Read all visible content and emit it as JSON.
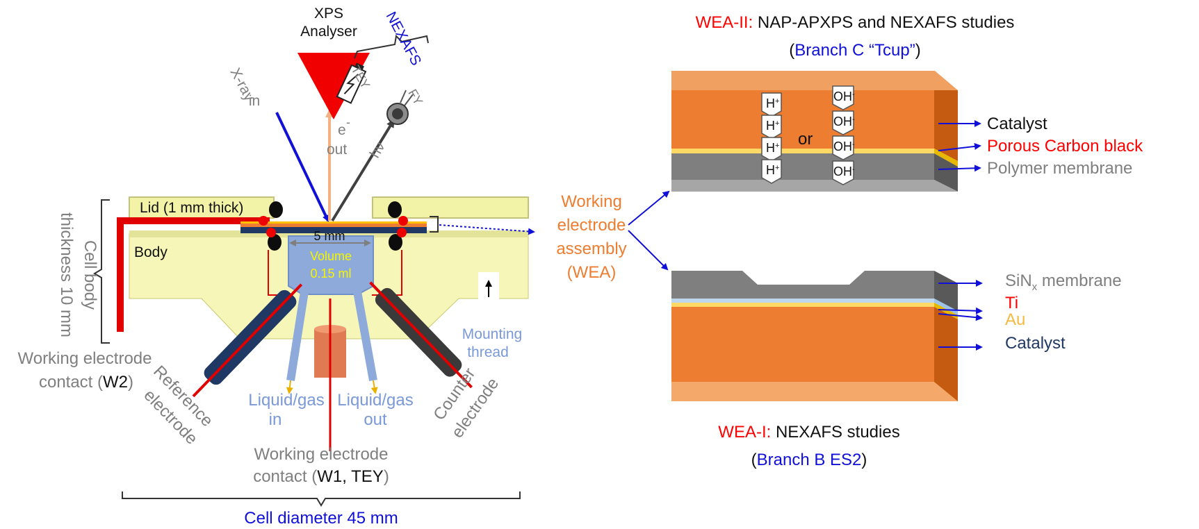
{
  "colors": {
    "catalyst": "#ed7d31",
    "carbon_black": "#ffd966",
    "polymer": "#7f7f7f",
    "cell_body": "#f6f6b8",
    "volume": "#8eaadb",
    "wire_red": "#e00000",
    "electrode_dark": "#1f3864",
    "accent_blue": "#1010d8"
  },
  "left": {
    "xps_analyser": [
      "XPS",
      "Analyser"
    ],
    "nexafs": "NEXAFS",
    "tey": "TEY",
    "fy": "FY",
    "xray_in": [
      "X-ray",
      "in"
    ],
    "e_out": [
      "e",
      "-",
      "out"
    ],
    "hv": "hν",
    "lid": "Lid (1 mm thick)",
    "body": "Body",
    "five_mm": "5 mm",
    "volume": [
      "Volume",
      "0.15 ml"
    ],
    "cell_body_thickness": [
      "Cell body",
      "thickness 10 mm"
    ],
    "we_contact_w2": [
      "Working electrode",
      "contact (",
      "W2",
      ")"
    ],
    "reference_electrode": [
      "Reference",
      "electrode"
    ],
    "liquid_gas_in": [
      "Liquid/gas",
      "in"
    ],
    "liquid_gas_out": [
      "Liquid/gas",
      "out"
    ],
    "counter_electrode": [
      "Counter",
      "electrode"
    ],
    "mounting_thread": [
      "Mounting",
      "thread"
    ],
    "we_contact_w1": [
      "Working electrode",
      "contact (",
      "W1, TEY",
      ")"
    ],
    "cell_diameter": "Cell diameter 45 mm"
  },
  "wea_label": [
    "Working",
    "electrode",
    "assembly",
    "(WEA)"
  ],
  "wea2": {
    "title_prefix": "WEA-II:",
    "title_rest": "NAP-APXPS and NEXAFS studies",
    "subtitle_open": "(",
    "subtitle_branch": "Branch C “Tcup”",
    "subtitle_close": ")",
    "ion_h": "H",
    "ion_oh": "OH",
    "ion_plus": "+",
    "ion_minus": "-",
    "or": "or",
    "layers": [
      "Catalyst",
      "Porous Carbon black",
      "Polymer membrane"
    ]
  },
  "wea1": {
    "title_prefix": "WEA-I:",
    "title_rest": "NEXAFS studies",
    "subtitle_open": "(",
    "subtitle_branch": "Branch B ES2",
    "subtitle_close": ")",
    "layers": {
      "sin_prefix": "SiN",
      "sin_sub": "x",
      "sin_suffix": " membrane",
      "ti": "Ti",
      "au": "Au",
      "catalyst": "Catalyst"
    }
  }
}
